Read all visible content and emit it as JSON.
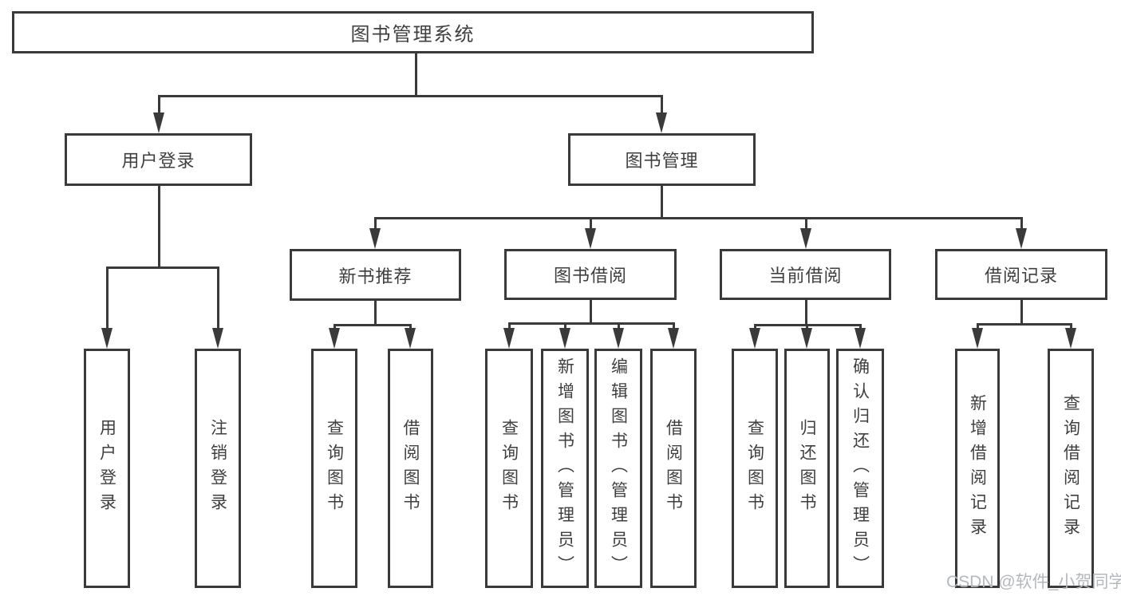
{
  "diagram": {
    "root": {
      "label": "图书管理系统"
    },
    "branches": [
      {
        "label": "用户登录",
        "children": [
          {
            "label": "用户登录"
          },
          {
            "label": "注销登录"
          }
        ]
      },
      {
        "label": "图书管理",
        "children": [
          {
            "label": "新书推荐",
            "children": [
              {
                "label": "查询图书"
              },
              {
                "label": "借阅图书"
              }
            ]
          },
          {
            "label": "图书借阅",
            "children": [
              {
                "label": "查询图书"
              },
              {
                "label": "新增图书（管理员）"
              },
              {
                "label": "编辑图书（管理员）"
              },
              {
                "label": "借阅图书"
              }
            ]
          },
          {
            "label": "当前借阅",
            "children": [
              {
                "label": "查询图书"
              },
              {
                "label": "归还图书"
              },
              {
                "label": "确认归还（管理员）"
              }
            ]
          },
          {
            "label": "借阅记录",
            "children": [
              {
                "label": "新增借阅记录"
              },
              {
                "label": "查询借阅记录"
              }
            ]
          }
        ]
      }
    ]
  },
  "watermark": {
    "text": "CSDN @软件_小贺同学"
  },
  "colors": {
    "line": "#3a3a3a",
    "text": "#3f3f3f",
    "watermark": "#b4b8be",
    "background": "#ffffff"
  }
}
